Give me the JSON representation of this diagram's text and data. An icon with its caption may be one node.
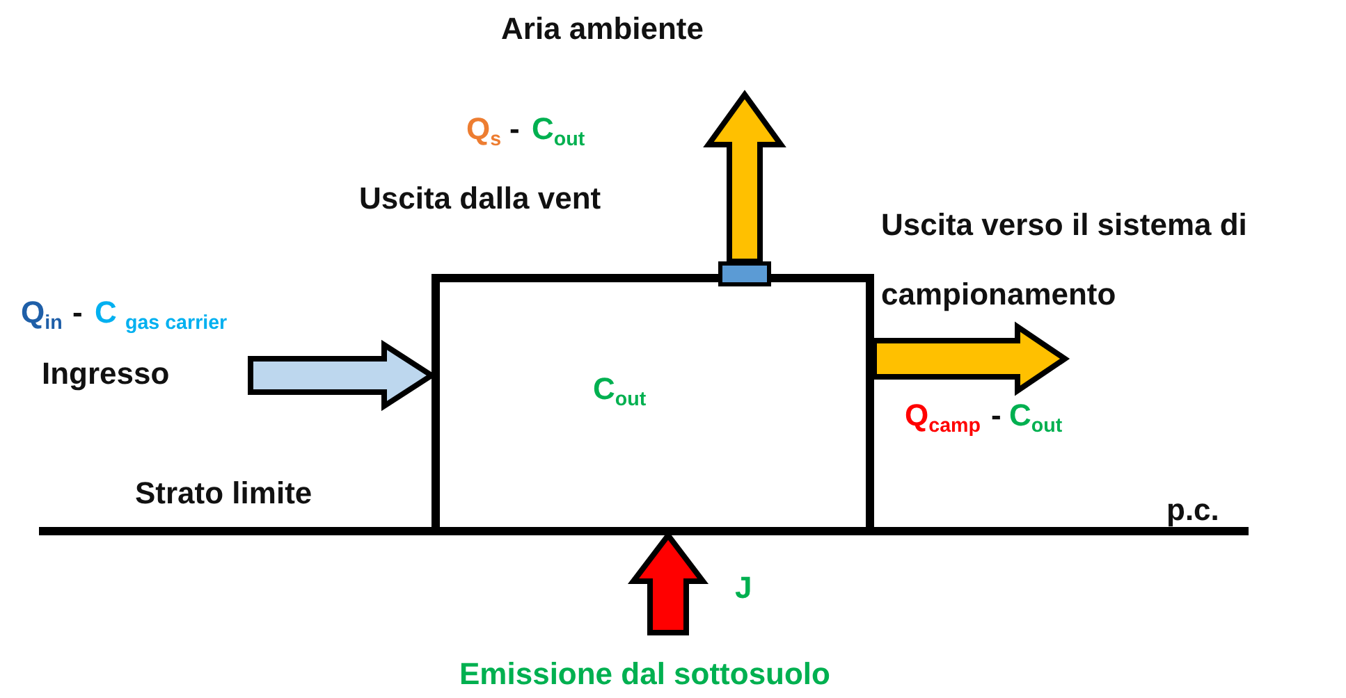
{
  "diagram": {
    "nodes": [
      {
        "text": [
          "C$_{out}$"
        ]
      },
      {
        "text": [],
        "shape": "box"
      },
      {
        "text": [
          "Aria ambiente"
        ]
      }
    ],
    "edges": [
      {
        "from": 1,
        "to": 2,
        "arrow": "to"
      },
      {
        "from": null,
        "to": 0,
        "arrow": "to",
        "color": "#bdd7ee"
      },
      {
        "from": 0,
        "to": null,
        "arrow": "to"
      },
      {
        "from": null,
        "to": 0,
        "arrow": "to",
        "color": "#ff0000"
      }
    ],
    "labels": [
      "Q$_{s}$",
      "-",
      "C$_{out}$",
      "Uscita dalla vent",
      "Uscita verso il sistema di campionamento",
      "Q$_{in}$",
      "-",
      "C $_{gas carrier}$",
      "Ingresso",
      "Q$_{camp}$",
      "-",
      "C$_{out}$",
      "Strato limite",
      "p.c.",
      "J",
      "Emissione dal sottosuolo"
    ]
  }
}
